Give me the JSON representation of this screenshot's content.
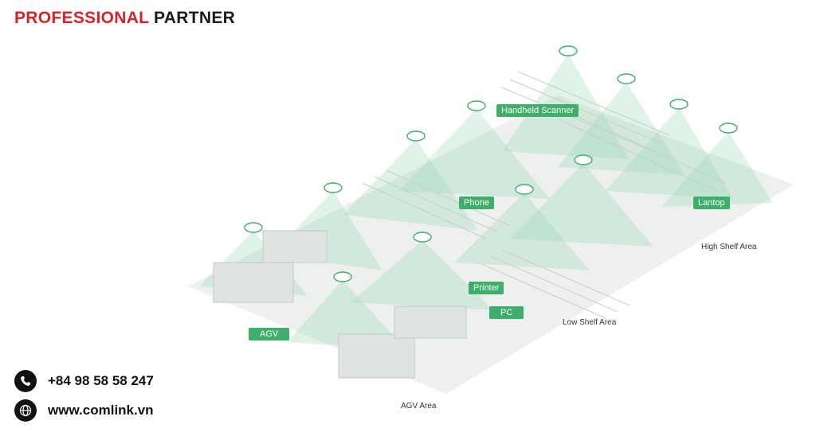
{
  "brand": {
    "word1": "PROFESSIONAL",
    "word2": "PARTNER"
  },
  "labels": {
    "handheld": "Handheld Scanner",
    "phone": "Phone",
    "laptop": "Lantop",
    "printer": "Printer",
    "pc": "PC",
    "agv": "AGV"
  },
  "areas": {
    "high": "High Shelf Area",
    "low": "Low Shelf Area",
    "agv": "AGV Area"
  },
  "contact": {
    "phone": "+84 98 58 58 247",
    "web": "www.comlink.vn"
  },
  "colors": {
    "brand_red": "#d3242b",
    "tag_green": "#3fae6a",
    "coverage": "#8fd3b0"
  },
  "icons": [
    "access-point-icon",
    "wifi-icon",
    "phone-icon",
    "globe-icon"
  ]
}
